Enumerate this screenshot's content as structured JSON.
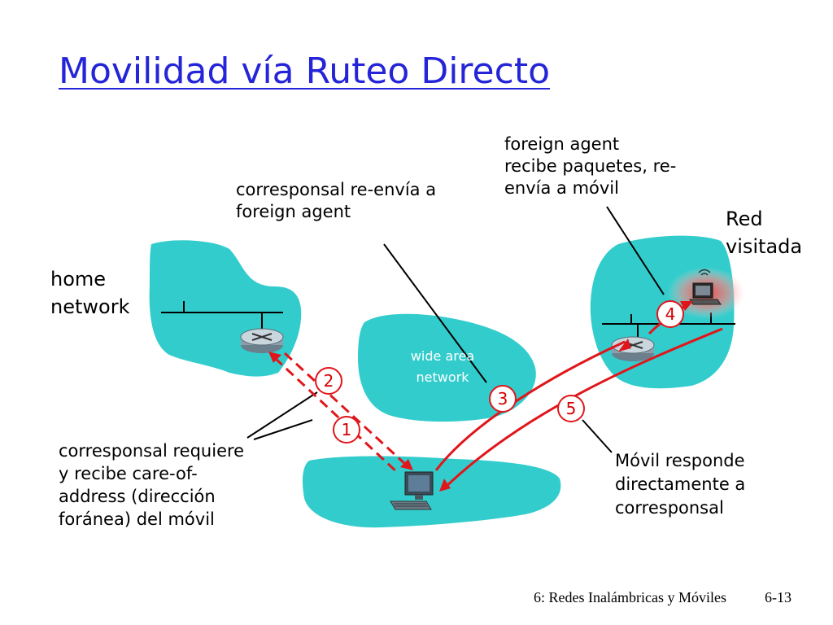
{
  "slide": {
    "title": "Movilidad vía Ruteo Directo",
    "footer_left": "6: Redes Inalámbricas y Móviles",
    "footer_right": "6-13"
  },
  "networks": {
    "home": "home\nnetwork",
    "visited": "Red\nvisitada",
    "wan": "wide area\nnetwork"
  },
  "annotations": {
    "correspondent_forwards": "corresponsal re-envía a\nforeign agent",
    "foreign_agent_receives": "foreign agent\nrecibe paquetes, re-\nenvía a móvil",
    "correspondent_requests": "corresponsal requiere\ny recibe care-of-\naddress (dirección\nforánea) del móvil",
    "mobile_replies": "Móvil responde\ndirectamente a\ncorresponsal"
  },
  "steps": [
    "1",
    "2",
    "3",
    "4",
    "5"
  ],
  "colors": {
    "title": "#2424d8",
    "network_fill": "#33cccc",
    "arrow": "#e0161b",
    "step_number": "#d40000"
  },
  "icons": [
    "router-icon",
    "laptop-icon",
    "desktop-computer-icon"
  ]
}
